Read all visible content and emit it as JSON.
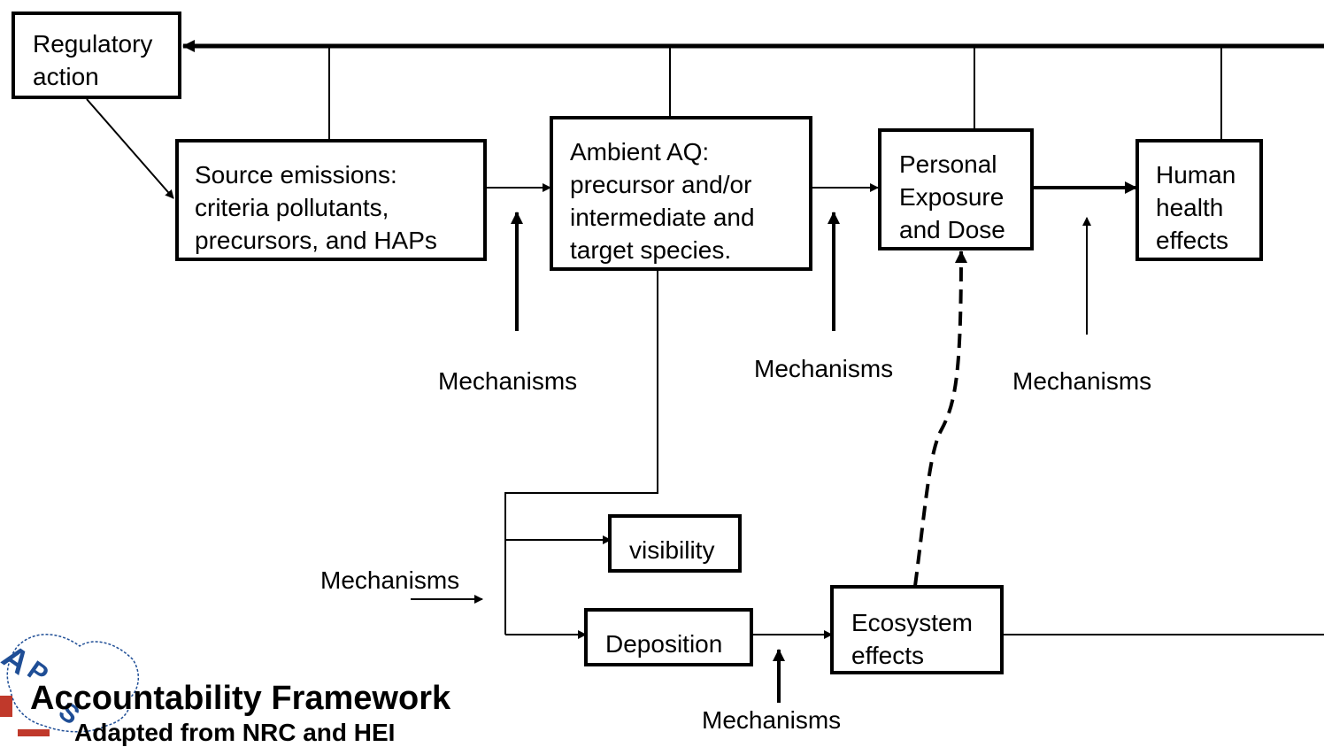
{
  "boxes": {
    "regulatory_action": [
      "Regulatory",
      "action"
    ],
    "source_emissions": [
      "Source emissions:",
      "criteria pollutants,",
      "precursors, and  HAPs"
    ],
    "ambient_aq": [
      "Ambient AQ:",
      "precursor and/or",
      "intermediate and",
      "target species."
    ],
    "personal_exposure": [
      "Personal",
      "Exposure",
      "and Dose"
    ],
    "human_health": [
      "Human",
      "health",
      "effects"
    ],
    "visibility": [
      "visibility"
    ],
    "deposition": [
      "Deposition"
    ],
    "ecosystem": [
      "Ecosystem",
      "effects"
    ]
  },
  "mechanisms_label": "Mechanisms",
  "footer": {
    "title": "Accountability Framework",
    "subtitle": "Adapted from NRC and HEI"
  },
  "logo": {
    "text": "APS",
    "colors": [
      "#1f4e96",
      "#c0392b"
    ]
  }
}
